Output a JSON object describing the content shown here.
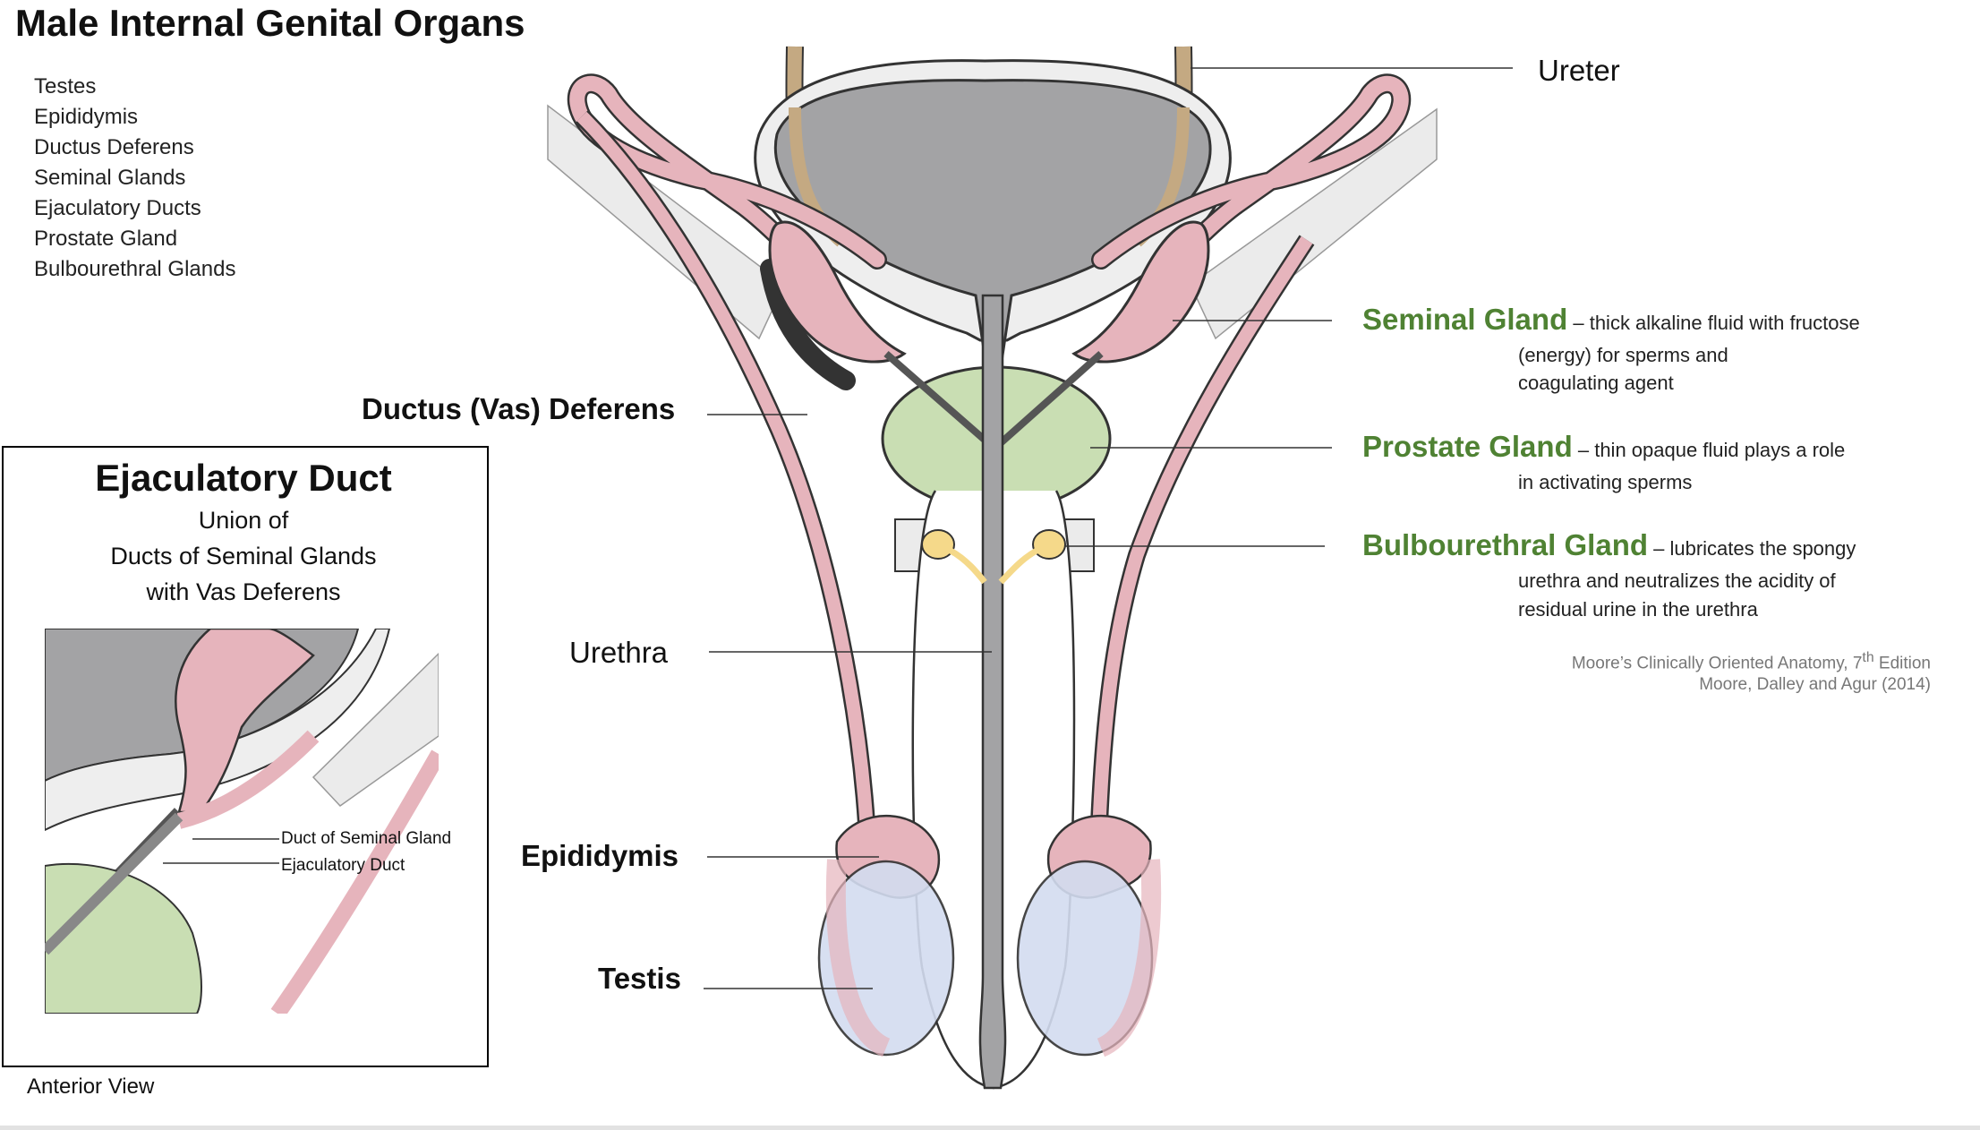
{
  "title": "Male Internal Genital Organs",
  "organ_list": [
    "Testes",
    "Epididymis",
    "Ductus Deferens",
    "Seminal Glands",
    "Ejaculatory Ducts",
    "Prostate Gland",
    "Bulbourethral Glands"
  ],
  "labels": {
    "ureter": "Ureter",
    "ductus_deferens": "Ductus (Vas) Deferens",
    "urethra": "Urethra",
    "epididymis": "Epididymis",
    "testis": "Testis"
  },
  "glands": [
    {
      "name": "Seminal Gland",
      "dash": " – ",
      "desc_line1": "thick alkaline fluid with fructose",
      "desc_rest": [
        "(energy) for sperms and",
        "coagulating agent"
      ]
    },
    {
      "name": "Prostate Gland",
      "dash": " – ",
      "desc_line1": "thin opaque fluid plays a role",
      "desc_rest": [
        "in activating sperms"
      ]
    },
    {
      "name": "Bulbourethral Gland",
      "dash": " – ",
      "desc_line1": "lubricates the spongy",
      "desc_rest": [
        "urethra and neutralizes the acidity of",
        "residual urine in the urethra"
      ]
    }
  ],
  "citation": {
    "line1_prefix": "Moore’s Clinically Oriented Anatomy, 7",
    "line1_sup": "th",
    "line1_suffix": " Edition",
    "line2": "Moore, Dalley and Agur (2014)"
  },
  "inset": {
    "title": "Ejaculatory Duct",
    "subtitle_lines": [
      "Union of",
      "Ducts of Seminal Glands",
      "with Vas Deferens"
    ],
    "label_duct": "Duct of  Seminal Gland",
    "label_ejaculatory": "Ejaculatory Duct"
  },
  "view_label": "Anterior View",
  "colors": {
    "bladder": "#a3a3a5",
    "vas_deferens": "#e6b4bc",
    "prostate": "#c9deb3",
    "bulbourethral": "#f5d98a",
    "testis": "#d3dcf0",
    "ureter": "#c4a982",
    "gland_title": "#4f8233"
  }
}
